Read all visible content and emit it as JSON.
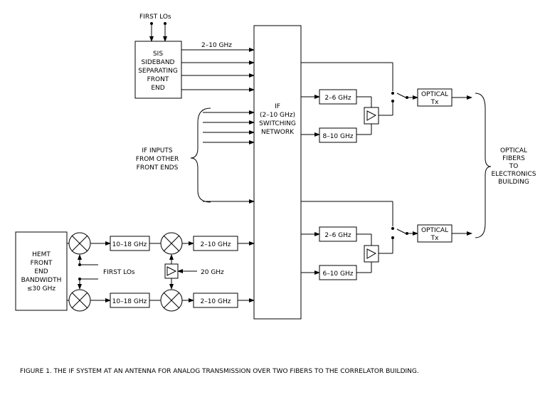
{
  "labels": {
    "first_los_top": "FIRST LOs",
    "freq_2_10_top": "2–10 GHz",
    "sis_box": [
      "SIS",
      "SIDEBAND",
      "SEPARATING",
      "FRONT",
      "END"
    ],
    "if_network": [
      "IF",
      "(2–10 GHz)",
      "SWITCHING",
      "NETWORK"
    ],
    "if_inputs": [
      "IF INPUTS",
      "FROM OTHER",
      "FRONT ENDS"
    ],
    "optical_fibers": [
      "OPTICAL",
      "FIBERS",
      "TO",
      "ELECTRONICS",
      "BUILDING"
    ],
    "upper_2_6": "2–6 GHz",
    "upper_8_10": "8–10 GHz",
    "upper_optical": [
      "OPTICAL",
      "Tx"
    ],
    "lower_2_6": "2–6 GHz",
    "lower_6_10": "6–10 GHz",
    "lower_optical": [
      "OPTICAL",
      "Tx"
    ],
    "hemt_box": [
      "HEMT",
      "FRONT",
      "END",
      "BANDWIDTH",
      "≤30 GHz"
    ],
    "hemt_10_18_top": "10–18 GHz",
    "hemt_10_18_bottom": "10–18 GHz",
    "hemt_2_10_top": "2–10 GHz",
    "hemt_2_10_bottom": "2–10 GHz",
    "first_los_bottom": "FIRST LOs",
    "lo_20ghz": "20 GHz"
  },
  "caption": "FIGURE 1.  THE IF SYSTEM AT AN ANTENNA FOR ANALOG TRANSMISSION OVER TWO FIBERS TO THE CORRELATOR BUILDING."
}
